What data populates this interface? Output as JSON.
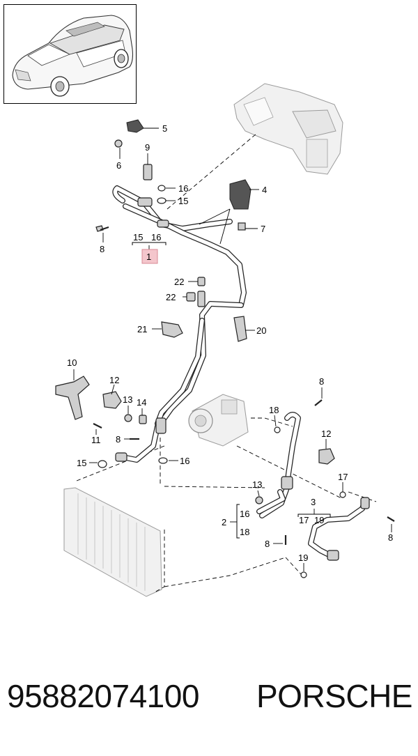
{
  "callouts": {
    "c1": "1",
    "c2": "2",
    "c3": "3",
    "c4": "4",
    "c5": "5",
    "c6": "6",
    "c7": "7",
    "c8a": "8",
    "c8b": "8",
    "c8c": "8",
    "c8d": "8",
    "c8e": "8",
    "c9": "9",
    "c10": "10",
    "c11": "11",
    "c12a": "12",
    "c12b": "12",
    "c13a": "13",
    "c13b": "13",
    "c14": "14",
    "c15a": "15",
    "c15b": "15",
    "c16a": "16",
    "c16b": "16",
    "c17": "17",
    "c18": "18",
    "c19": "19",
    "c20": "20",
    "c21": "21",
    "c22a": "22",
    "c22b": "22"
  },
  "brackets": {
    "b1_left": "15",
    "b1_right": "16",
    "b2_top": "16",
    "b2_bottom": "18",
    "b3_left": "17",
    "b3_right": "19"
  },
  "footer": {
    "part_number": "95882074100",
    "brand": "PORSCHE"
  },
  "colors": {
    "highlight": "#f4c6cc",
    "highlight_border": "#d98a95"
  }
}
